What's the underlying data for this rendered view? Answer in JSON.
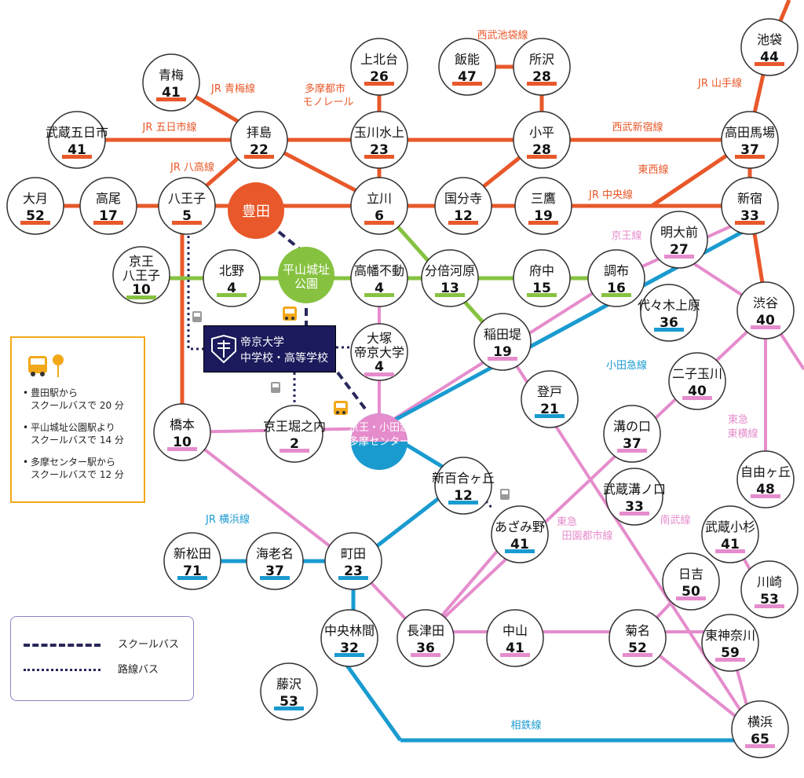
{
  "colors": {
    "jr": "#e8582a",
    "keio": "#e58ccc",
    "odakyu": "#1a9bd0",
    "green": "#86c240",
    "navy": "#27275c",
    "blue": "#1a9bd0",
    "school_bg": "#1b1a5c",
    "legend_border": "#f2a818"
  },
  "stations": {
    "ikebukuro": {
      "name": "池袋",
      "minutes": "44"
    },
    "hanno": {
      "name": "飯能",
      "minutes": "47"
    },
    "tokorozawa": {
      "name": "所沢",
      "minutes": "28"
    },
    "kamikitadai": {
      "name": "上北台",
      "minutes": "26"
    },
    "ome": {
      "name": "青梅",
      "minutes": "41"
    },
    "musashiitsukaichi": {
      "name": "武蔵五日市",
      "minutes": "41"
    },
    "haijima": {
      "name": "拝島",
      "minutes": "22"
    },
    "tamagawajosui": {
      "name": "玉川水上",
      "minutes": "23"
    },
    "kodaira": {
      "name": "小平",
      "minutes": "28"
    },
    "takadanobaba": {
      "name": "高田馬場",
      "minutes": "37"
    },
    "otsuki": {
      "name": "大月",
      "minutes": "52"
    },
    "takao": {
      "name": "高尾",
      "minutes": "17"
    },
    "hachioji": {
      "name": "八王子",
      "minutes": "5"
    },
    "toyoda": {
      "name": "豊田"
    },
    "tachikawa": {
      "name": "立川",
      "minutes": "6"
    },
    "kokubunji": {
      "name": "国分寺",
      "minutes": "12"
    },
    "mitaka": {
      "name": "三鷹",
      "minutes": "19"
    },
    "shinjuku": {
      "name": "新宿",
      "minutes": "33"
    },
    "keiohachioji": {
      "name1": "京王",
      "name2": "八王子",
      "minutes": "10"
    },
    "kitano": {
      "name": "北野",
      "minutes": "4"
    },
    "hirayamajoshi": {
      "name1": "平山城址",
      "name2": "公園"
    },
    "takahatafudo": {
      "name": "高幡不動",
      "minutes": "4"
    },
    "bubaigawara": {
      "name": "分倍河原",
      "minutes": "13"
    },
    "fuchu": {
      "name": "府中",
      "minutes": "15"
    },
    "chofu": {
      "name": "調布",
      "minutes": "16"
    },
    "meidaimae": {
      "name": "明大前",
      "minutes": "27"
    },
    "yoyogiuehara": {
      "name": "代々木上原",
      "minutes": "36"
    },
    "shibuya": {
      "name": "渋谷",
      "minutes": "40"
    },
    "otsuka": {
      "name1": "大塚",
      "name2": "帝京大学",
      "minutes": "4"
    },
    "inadazutsumi": {
      "name": "稲田堤",
      "minutes": "19"
    },
    "futakotamagawa": {
      "name": "二子玉川",
      "minutes": "40"
    },
    "noborito": {
      "name": "登戸",
      "minutes": "21"
    },
    "hashimoto": {
      "name": "橋本",
      "minutes": "10"
    },
    "keiohorinouchi": {
      "name": "京王堀之内",
      "minutes": "2"
    },
    "tamacenter": {
      "name1": "京王・小田急",
      "name2": "多摩センター"
    },
    "mizonokuchi": {
      "name": "溝の口",
      "minutes": "37"
    },
    "jiyugaoka": {
      "name": "自由ヶ丘",
      "minutes": "48"
    },
    "shinyurigaoka": {
      "name": "新百合ヶ丘",
      "minutes": "12"
    },
    "musashimizonokuchi": {
      "name": "武蔵溝ノ口",
      "minutes": "33"
    },
    "azamino": {
      "name": "あざみ野",
      "minutes": "41"
    },
    "musashikosugi": {
      "name": "武蔵小杉",
      "minutes": "41"
    },
    "shinmatsuda": {
      "name": "新松田",
      "minutes": "71"
    },
    "ebina": {
      "name": "海老名",
      "minutes": "37"
    },
    "machida": {
      "name": "町田",
      "minutes": "23"
    },
    "hiyoshi": {
      "name": "日吉",
      "minutes": "50"
    },
    "kawasaki": {
      "name": "川崎",
      "minutes": "53"
    },
    "chuorinkan": {
      "name": "中央林間",
      "minutes": "32"
    },
    "nagatsuta": {
      "name": "長津田",
      "minutes": "36"
    },
    "nakayama": {
      "name": "中山",
      "minutes": "41"
    },
    "kikuna": {
      "name": "菊名",
      "minutes": "52"
    },
    "higashikanagawa": {
      "name": "東神奈川",
      "minutes": "59"
    },
    "fujisawa": {
      "name": "藤沢",
      "minutes": "53"
    },
    "yokohama": {
      "name": "横浜",
      "minutes": "65"
    }
  },
  "line_labels": {
    "seibu_ikebukuro": "西武池袋線",
    "jr_ome": "JR 青梅線",
    "tama_monorail_1": "多摩都市",
    "tama_monorail_2": "モノレール",
    "jr_yamanote": "JR 山手線",
    "jr_itsukaichi": "JR 五日市線",
    "seibu_shinjuku": "西武新宿線",
    "jr_hachiko": "JR 八高線",
    "tozai": "東西線",
    "jr_chuo": "JR 中央線",
    "keio": "京王線",
    "odakyu": "小田急線",
    "tokyu_toyoko_1": "東急",
    "tokyu_toyoko_2": "東横線",
    "tokyu_denentoshi_1": "東急",
    "tokyu_denentoshi_2": "田園都市線",
    "nambu": "南武線",
    "jr_yokohama": "JR 横浜線",
    "sotetsu": "相鉄線"
  },
  "school": {
    "line1": "帝京大学",
    "line2": "中学校・高等学校"
  },
  "access_notes": [
    {
      "line1": "豊田駅から",
      "line2": "スクールバスで 20 分"
    },
    {
      "line1": "平山城址公園駅より",
      "line2": "スクールバスで 14 分"
    },
    {
      "line1": "多摩センター駅から",
      "line2": "スクールバスで 12 分"
    }
  ],
  "bus_key": {
    "school_bus": "スクールバス",
    "route_bus": "路線バス"
  }
}
